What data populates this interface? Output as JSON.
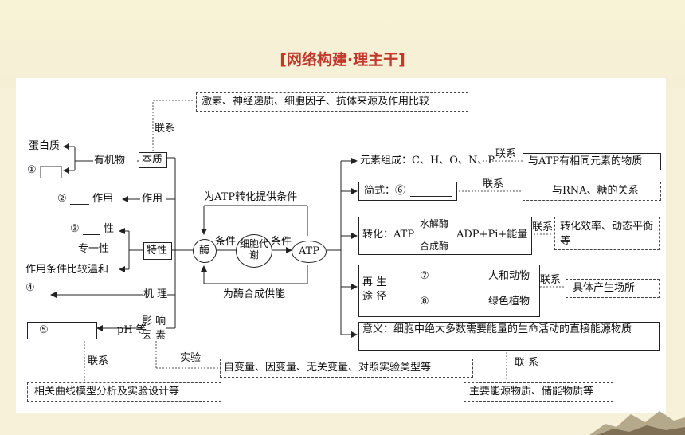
{
  "title": "[网络构建·理主干]",
  "left": {
    "hormone_note": "激素、神经递质、细胞因子、抗体来源及作用比较",
    "link1": "联系",
    "protein": "蛋白质",
    "organic": "有机物",
    "essence": "本质",
    "blank1": "①",
    "role_blank": "②",
    "role_suffix": "作用",
    "role": "作用",
    "prop3_blank": "③",
    "prop3_suffix": "性",
    "specific": "专一性",
    "mild": "作用条件比较温和",
    "features": "特性",
    "blank4": "④",
    "mechanism": "机  理",
    "factors_a": "影  响",
    "factors_b": "因  素",
    "blank5": "⑤",
    "ph": "pH 等",
    "link2": "联系",
    "curve_note": "相关曲线模型分析及实验设计等",
    "experiment": "实验",
    "variables_note": "自变量、因变量、无关变量、对照实验类型等"
  },
  "center": {
    "enzyme": "酶",
    "metabolism": "细胞代谢",
    "atp": "ATP",
    "condition_left": "条件",
    "condition_right": "条件",
    "provide_condition": "为ATP转化提供条件",
    "provide_energy": "为酶合成供能"
  },
  "right": {
    "elements": "元素组成：C、H、O、N、P",
    "link_a": "联系",
    "same_elements": "与ATP有相同元素的物质",
    "formula": "简式：⑥",
    "link_b": "联系",
    "rna_sugar": "与RNA、糖的关系",
    "conversion_prefix": "转化：ATP",
    "hydrolase": "水解酶",
    "synthase": "合成酶",
    "conversion_suffix": "ADP+Pi+能量",
    "link_c": "联系",
    "efficiency": "转化效率、动态平衡等",
    "regen_a": "再 生",
    "regen_b": "途 径",
    "blank7": "⑦",
    "blank8": "⑧",
    "animals": "人和动物",
    "plants": "绿色植物",
    "link_d": "联系",
    "sites": "具体产生场所",
    "meaning": "意义：细胞中绝大多数需要能量的生命活动的直接能源物质",
    "link_e": "联 系",
    "main_energy": "主要能源物质、储能物质等"
  }
}
